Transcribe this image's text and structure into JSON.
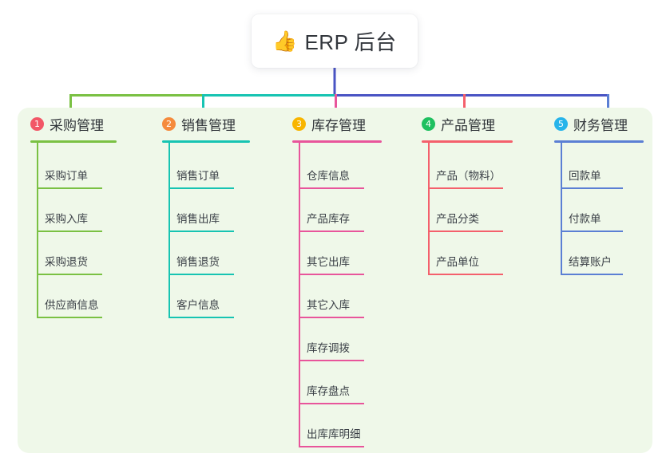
{
  "diagram": {
    "title": "ERP 后台",
    "root": {
      "icon": "thumbs-up-emoji",
      "emoji": "👍",
      "label": "ERP 后台"
    },
    "palette": {
      "panel_background": "#eff8e9",
      "page_background": "#ffffff",
      "trunk": "#4a54c4",
      "text": "#3a3f46"
    },
    "branches": [
      {
        "number": "1",
        "label": "采购管理",
        "line_color": "#7ac143",
        "badge_color": "#f25767",
        "items": [
          "采购订单",
          "采购入库",
          "采购退货",
          "供应商信息"
        ]
      },
      {
        "number": "2",
        "label": "销售管理",
        "line_color": "#17c4b2",
        "badge_color": "#f58b3c",
        "items": [
          "销售订单",
          "销售出库",
          "销售退货",
          "客户信息"
        ]
      },
      {
        "number": "3",
        "label": "库存管理",
        "line_color": "#e8559b",
        "badge_color": "#f8b500",
        "items": [
          "仓库信息",
          "产品库存",
          "其它出库",
          "其它入库",
          "库存调拨",
          "库存盘点",
          "出库库明细"
        ]
      },
      {
        "number": "4",
        "label": "产品管理",
        "line_color": "#f4606c",
        "badge_color": "#1fc060",
        "items": [
          "产品（物料）",
          "产品分类",
          "产品单位"
        ]
      },
      {
        "number": "5",
        "label": "财务管理",
        "line_color": "#5b7fd4",
        "badge_color": "#27b4ea",
        "items": [
          "回款单",
          "付款单",
          "结算账户"
        ]
      }
    ]
  }
}
